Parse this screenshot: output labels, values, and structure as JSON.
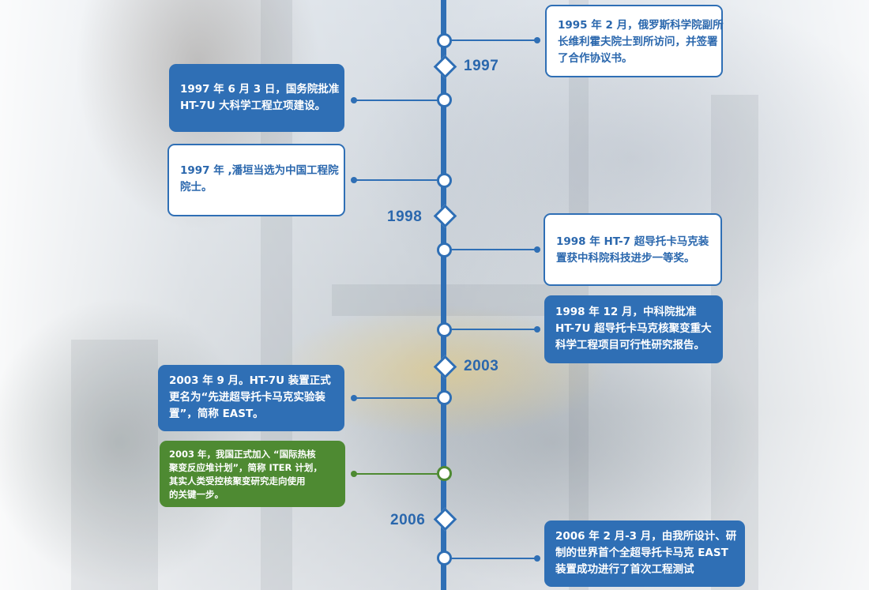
{
  "timeline": {
    "years": [
      "1997",
      "1998",
      "2003",
      "2006"
    ],
    "events": [
      {
        "id": "e1995-02",
        "style": "outline",
        "lines": [
          "1995 年 2 月，俄罗斯科学院副所",
          "长维利霍夫院士到所访问，并签署",
          "了合作协议书。"
        ]
      },
      {
        "id": "e1997-06",
        "style": "filled",
        "lines": [
          "1997 年 6 月 3 日，国务院批准",
          "HT-7U 大科学工程立项建设。"
        ]
      },
      {
        "id": "e1997",
        "style": "outline",
        "lines": [
          "1997 年 ,潘垣当选为中国工程院",
          "院士。"
        ]
      },
      {
        "id": "e1998",
        "style": "outline",
        "lines": [
          "1998 年 HT-7 超导托卡马克装",
          "置获中科院科技进步一等奖。"
        ]
      },
      {
        "id": "e1998-12",
        "style": "filled",
        "lines": [
          "1998 年 12 月，中科院批准",
          "HT-7U 超导托卡马克核聚变重大",
          "科学工程项目可行性研究报告。"
        ]
      },
      {
        "id": "e2003-09",
        "style": "filled",
        "lines": [
          "2003 年 9 月。HT-7U 装置正式",
          "更名为“先进超导托卡马克实验装",
          "置”，简称 EAST。"
        ]
      },
      {
        "id": "e2003-iter",
        "style": "green",
        "lines": [
          "2003 年，我国正式加入 “国际热核",
          "聚变反应堆计划”，简称 ITER 计划，",
          "其实人类受控核聚变研究走向使用",
          "的关键一步。"
        ]
      },
      {
        "id": "e2006-02",
        "style": "filled",
        "lines": [
          "2006 年 2 月-3 月，由我所设计、研",
          "制的世界首个全超导托卡马克 EAST",
          "装置成功进行了首次工程测试"
        ]
      }
    ]
  },
  "colors": {
    "accent_blue": "#2f6fb5",
    "accent_green": "#4e8a32",
    "card_fill": "#ffffff"
  }
}
